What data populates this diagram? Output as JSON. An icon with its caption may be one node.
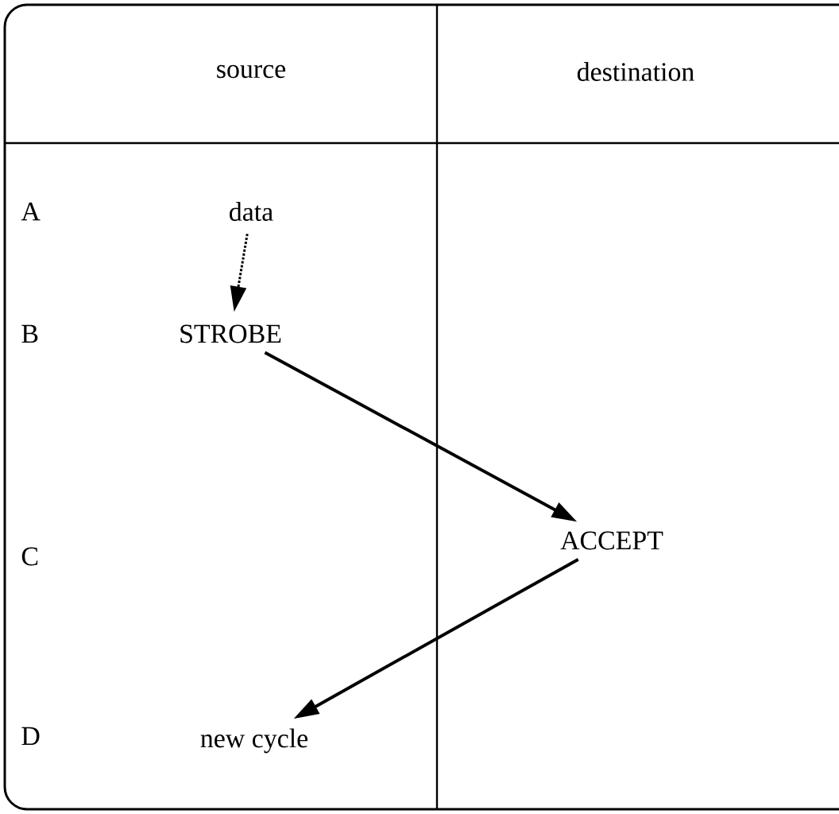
{
  "diagram": {
    "nodes": [
      {
        "text": [
          "data"
        ]
      },
      {
        "text": [
          "STROBE"
        ]
      },
      {
        "text": [
          "ACCEPT"
        ]
      },
      {
        "text": [
          "new cycle"
        ]
      }
    ],
    "edges": [
      {
        "from": 0,
        "to": 1,
        "arrow": "to",
        "style": "dashed"
      },
      {
        "from": 1,
        "to": 2,
        "arrow": "to"
      },
      {
        "from": 2,
        "to": 3,
        "arrow": "to"
      }
    ],
    "labels": [
      "source",
      "destination",
      "A",
      "B",
      "C",
      "D"
    ]
  }
}
